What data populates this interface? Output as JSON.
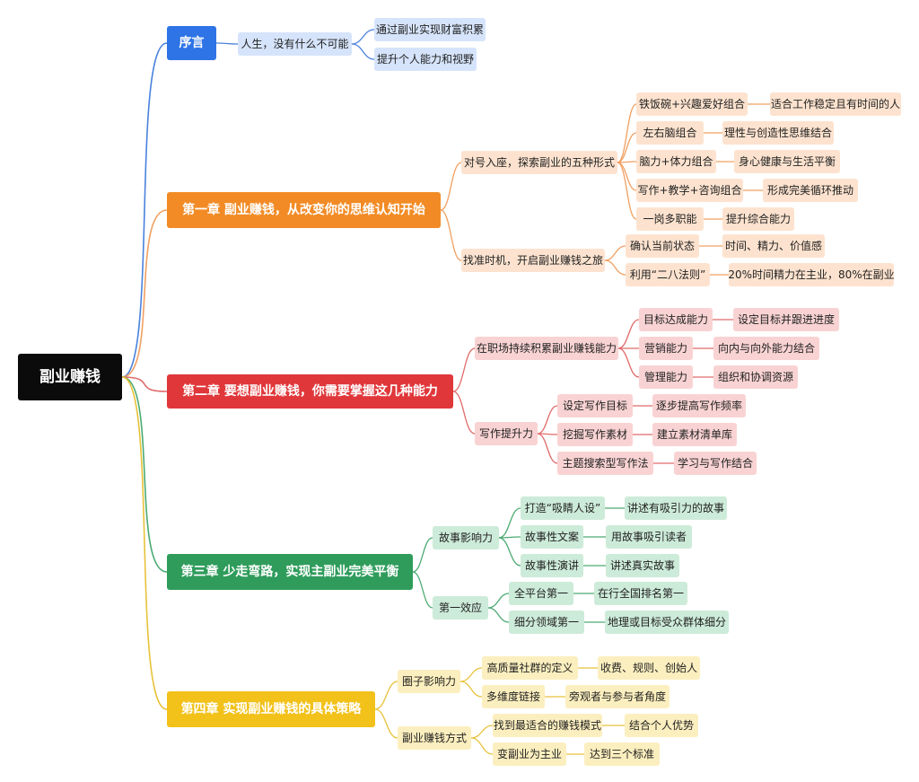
{
  "colors": {
    "root": "#0b0b0b",
    "preface": {
      "main": "#2f74e6",
      "light": "#d6e4fb",
      "line": "#4a82dd"
    },
    "ch1": {
      "main": "#f28b25",
      "light": "#fde3cf",
      "line": "#f0a062"
    },
    "ch2": {
      "main": "#e0373a",
      "light": "#f9d3d3",
      "line": "#e06a6a"
    },
    "ch3": {
      "main": "#2f9c5c",
      "light": "#cdebd9",
      "line": "#4caa72"
    },
    "ch4": {
      "main": "#f2c11a",
      "light": "#fcefbf",
      "line": "#e8c23a"
    }
  },
  "mindmap": {
    "root": {
      "label": "副业赚钱"
    },
    "preface": {
      "label": "序言",
      "l1": "人生，没有什么不可能",
      "l2": [
        "通过副业实现财富积累",
        "提升个人能力和视野"
      ]
    },
    "ch1": {
      "label": "第一章 副业赚钱，从改变你的思维认知开始",
      "b1": {
        "label": "对号入座，探索副业的五种形式",
        "items": [
          {
            "label": "铁饭碗+兴趣爱好组合",
            "detail": "适合工作稳定且有时间的人"
          },
          {
            "label": "左右脑组合",
            "detail": "理性与创造性思维结合"
          },
          {
            "label": "脑力+体力组合",
            "detail": "身心健康与生活平衡"
          },
          {
            "label": "写作+教学+咨询组合",
            "detail": "形成完美循环推动"
          },
          {
            "label": "一岗多职能",
            "detail": "提升综合能力"
          }
        ]
      },
      "b2": {
        "label": "找准时机，开启副业赚钱之旅",
        "items": [
          {
            "label": "确认当前状态",
            "detail": "时间、精力、价值感"
          },
          {
            "label": "利用“二八法则”",
            "detail": "20%时间精力在主业，80%在副业"
          }
        ]
      }
    },
    "ch2": {
      "label": "第二章 要想副业赚钱，你需要掌握这几种能力",
      "b1": {
        "label": "在职场持续积累副业赚钱能力",
        "items": [
          {
            "label": "目标达成能力",
            "detail": "设定目标并跟进进度"
          },
          {
            "label": "营销能力",
            "detail": "向内与向外能力结合"
          },
          {
            "label": "管理能力",
            "detail": "组织和协调资源"
          }
        ]
      },
      "b2": {
        "label": "写作提升力",
        "items": [
          {
            "label": "设定写作目标",
            "detail": "逐步提高写作频率"
          },
          {
            "label": "挖掘写作素材",
            "detail": "建立素材清单库"
          },
          {
            "label": "主题搜索型写作法",
            "detail": "学习与写作结合"
          }
        ]
      }
    },
    "ch3": {
      "label": "第三章 少走弯路，实现主副业完美平衡",
      "b1": {
        "label": "故事影响力",
        "items": [
          {
            "label": "打造“吸睛人设”",
            "detail": "讲述有吸引力的故事"
          },
          {
            "label": "故事性文案",
            "detail": "用故事吸引读者"
          },
          {
            "label": "故事性演讲",
            "detail": "讲述真实故事"
          }
        ]
      },
      "b2": {
        "label": "第一效应",
        "items": [
          {
            "label": "全平台第一",
            "detail": "在行全国排名第一"
          },
          {
            "label": "细分领域第一",
            "detail": "地理或目标受众群体细分"
          }
        ]
      }
    },
    "ch4": {
      "label": "第四章 实现副业赚钱的具体策略",
      "b1": {
        "label": "圈子影响力",
        "items": [
          {
            "label": "高质量社群的定义",
            "detail": "收费、规则、创始人"
          },
          {
            "label": "多维度链接",
            "detail": "旁观者与参与者角度"
          }
        ]
      },
      "b2": {
        "label": "副业赚钱方式",
        "items": [
          {
            "label": "找到最适合的赚钱模式",
            "detail": "结合个人优势"
          },
          {
            "label": "变副业为主业",
            "detail": "达到三个标准"
          }
        ]
      }
    }
  }
}
